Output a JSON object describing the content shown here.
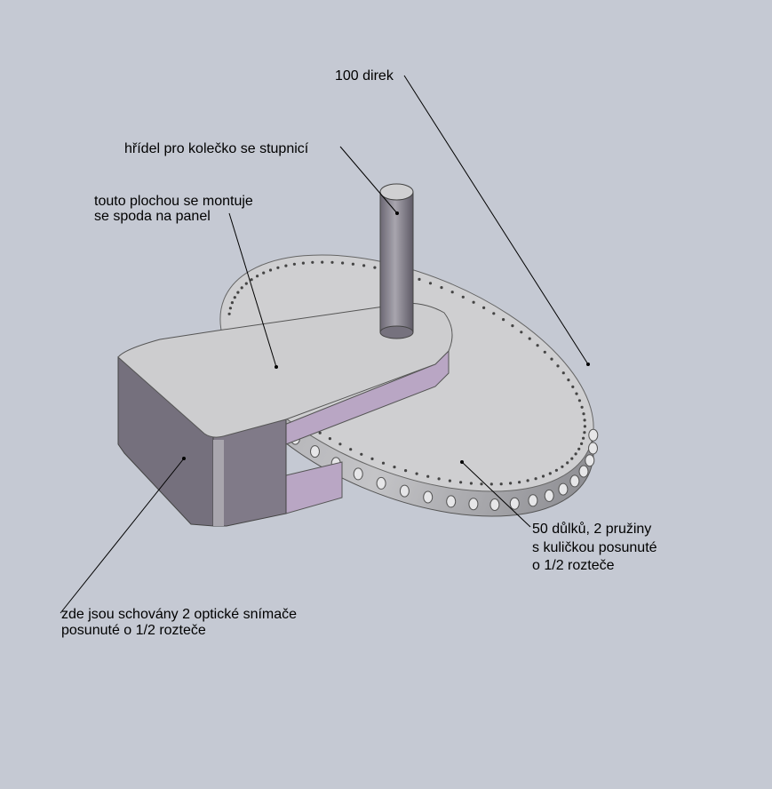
{
  "labels": {
    "holes": "100 direk",
    "shaft": "hřídel pro kolečko se stupnicí",
    "mount_line1": "touto plochou se montuje",
    "mount_line2": "se spoda na panel",
    "sensors_line1": "zde jsou schovány 2 optické snímače",
    "sensors_line2": "posunuté o 1/2 rozteče",
    "detents_line1": "50 důlků, 2 pružiny",
    "detents_line2": "s kuličkou posunuté",
    "detents_line3": "o 1/2 rozteče"
  },
  "counts": {
    "top_holes": 100,
    "side_dimples": 50
  },
  "colors": {
    "background": "#c5c9d3",
    "disc": "#cfcfd1",
    "purple": "#b9a6c4",
    "dark": "#6f6a78"
  }
}
